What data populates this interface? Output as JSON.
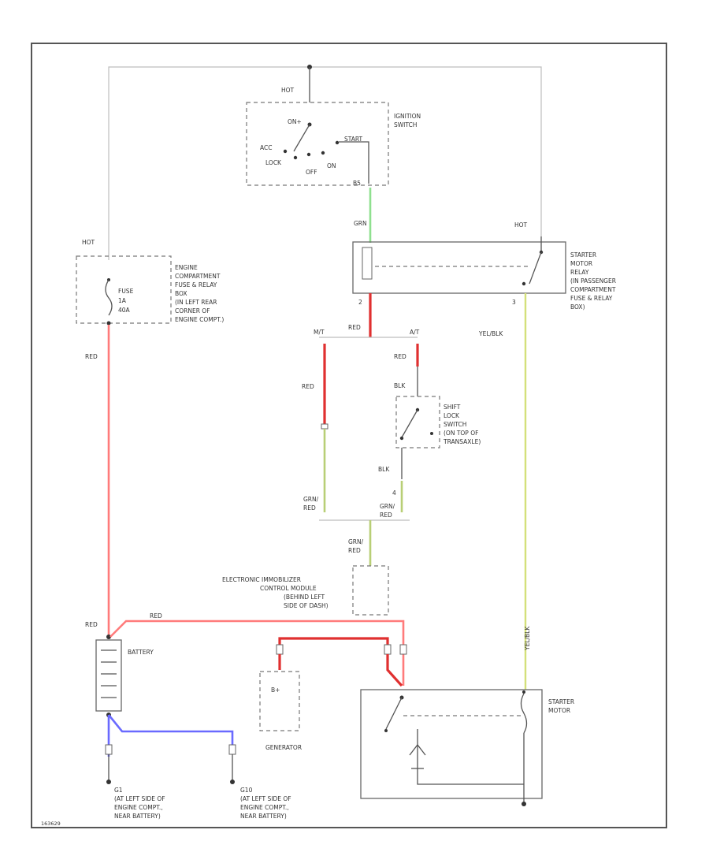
{
  "labels": {
    "hot_top": "HOT",
    "on_plus": "ON+",
    "acc": "ACC",
    "lock": "LOCK",
    "off": "OFF",
    "on": "ON",
    "start": "START",
    "ignition_switch_l1": "IGNITION",
    "ignition_switch_l2": "SWITCH",
    "ignition_pin": "B5",
    "grn_1": "GRN",
    "hot_relay": "HOT",
    "relay_l1": "STARTER",
    "relay_l2": "MOTOR",
    "relay_l3": "RELAY",
    "relay_l4": "(IN PASSENGER",
    "relay_l5": "COMPARTMENT",
    "relay_l6": "FUSE & RELAY",
    "relay_l7": "BOX)",
    "pin2": "2",
    "pin3": "3",
    "hot_left": "HOT",
    "fuse_l1": "FUSE",
    "fuse_l2": "1A",
    "fuse_l3": "40A",
    "engine_box_l1": "ENGINE",
    "engine_box_l2": "COMPARTMENT",
    "engine_box_l3": "FUSE & RELAY",
    "engine_box_l4": "BOX",
    "engine_box_l5": "(IN LEFT REAR",
    "engine_box_l6": "CORNER OF",
    "engine_box_l7": "ENGINE COMPT.)",
    "red_center": "RED",
    "yel_blk": "YEL/BLK",
    "mt": "M/T",
    "at": "A/T",
    "red_left": "RED",
    "red_mid": "RED",
    "red_shift": "RED",
    "blk_top": "BLK",
    "shift_l1": "SHIFT",
    "shift_l2": "LOCK",
    "shift_l3": "SWITCH",
    "shift_l4": "(ON TOP OF",
    "shift_l5": "TRANSAXLE)",
    "blk_bot": "BLK",
    "pin4": "4",
    "grn_red_l1": "GRN/",
    "grn_red_l2": "RED",
    "grn_red2_l1": "GRN/",
    "grn_red2_l2": "RED",
    "grn_red3_l1": "GRN/",
    "grn_red3_l2": "RED",
    "immob_l1": "ELECTRONIC IMMOBILIZER",
    "immob_l2": "CONTROL MODULE",
    "immob_l3": "(BEHIND LEFT",
    "immob_l4": "SIDE OF DASH)",
    "red_batt": "RED",
    "red_top": "RED",
    "battery": "BATTERY",
    "yellow_vert": "YEL/BLK",
    "b_plus": "B+",
    "generator": "GENERATOR",
    "starter_l1": "STARTER",
    "starter_l2": "MOTOR",
    "g_left_1": "G1",
    "g_left_2": "(AT LEFT SIDE OF",
    "g_left_3": "ENGINE COMPT.,",
    "g_left_4": "NEAR BATTERY)",
    "g_right_1": "G10",
    "g_right_2": "(AT LEFT SIDE OF",
    "g_right_3": "ENGINE COMPT.,",
    "g_right_4": "NEAR BATTERY)",
    "figure_id": "163629"
  }
}
